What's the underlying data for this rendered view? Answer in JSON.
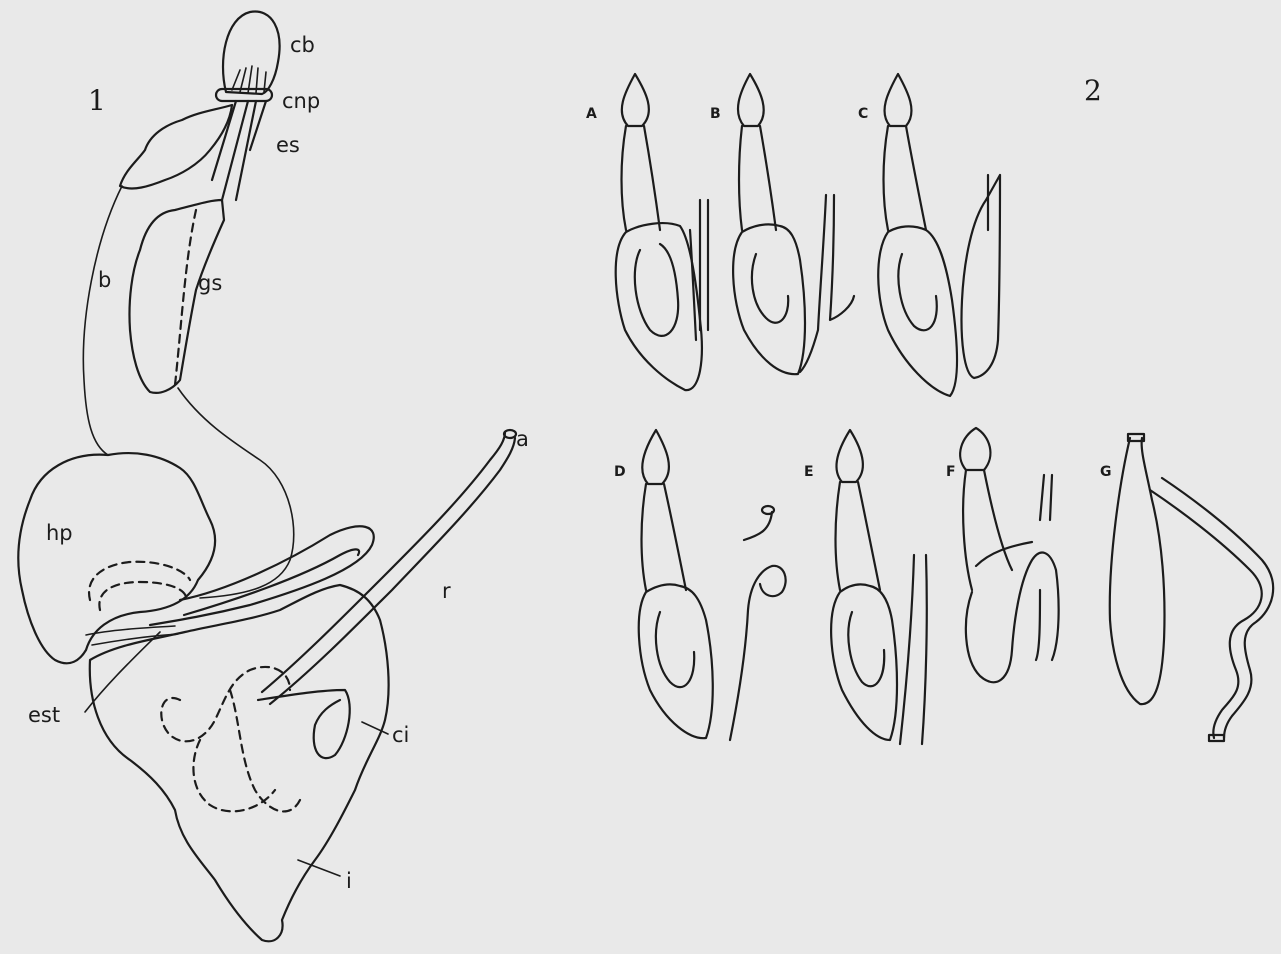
{
  "figure": {
    "background": "#e9e9e9",
    "ink": "#1c1c1c",
    "panel1": {
      "number": "1",
      "labels": {
        "cb": "cb",
        "cnp": "cnp",
        "es": "es",
        "b": "b",
        "gs": "gs",
        "hp": "hp",
        "a": "a",
        "r": "r",
        "est": "est",
        "ci": "ci",
        "i": "i"
      }
    },
    "panel2": {
      "number": "2",
      "stages": [
        "A",
        "B",
        "C",
        "D",
        "E",
        "F",
        "G"
      ]
    }
  }
}
